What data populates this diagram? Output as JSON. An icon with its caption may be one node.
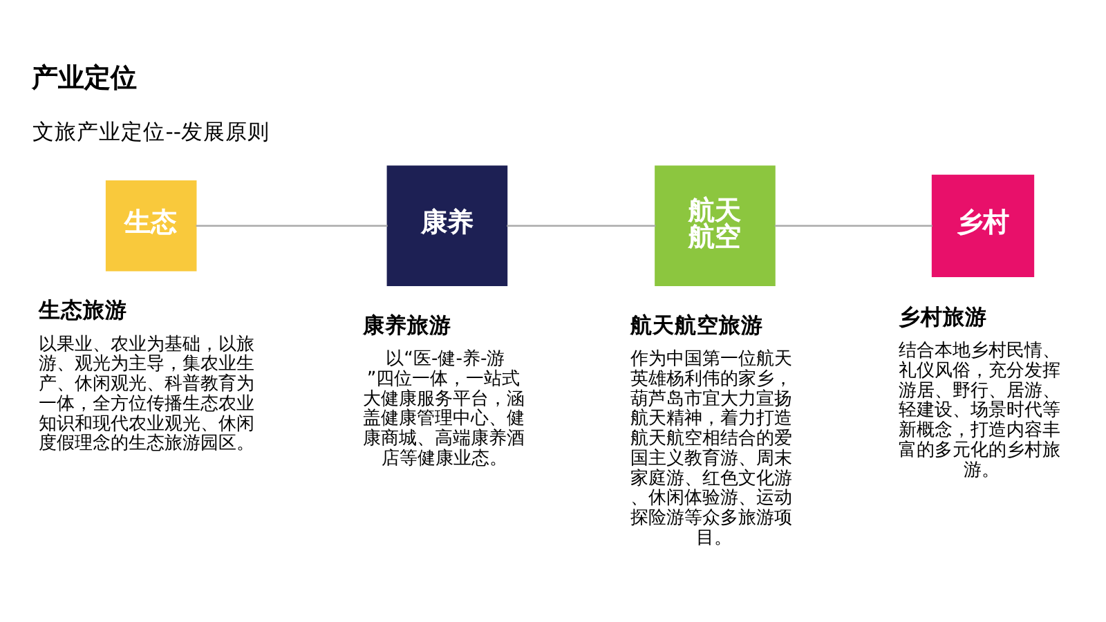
{
  "diagram": {
    "title": "产业定位",
    "nodes": [
      {
        "text": [
          "生态"
        ],
        "beside": [
          "生态旅游",
          "以果业、农业为基础，以旅游、观光为主导，集农业生产、休闲观光、科普教育为一体，全方位传播生态农业知识和现代农业观光、休闲度假理念的生态旅游园区。"
        ]
      },
      {
        "text": [
          "康养"
        ],
        "beside": [
          "康养旅游",
          "以“医-健-养-游”四位一体，一站式大健康服务平台，涵盖健康管理中心、健康商城、高端康养酒店等健康业态。"
        ]
      },
      {
        "text": [
          "航天航空"
        ],
        "beside": [
          "航天航空旅游",
          "作为中国第一位航天英雄杨利伟的家乡，葫芦岛市宜大力宣扬航天精神，着力打造航天航空相结合的爱国主义教育游、周末家庭游、红色文化游、休闲体验游、运动探险游等众多旅游项目。"
        ]
      },
      {
        "text": [
          "乡村"
        ],
        "beside": [
          "乡村旅游",
          "结合本地乡村民情、礼仪风俗，充分发挥游居、野行、居游、轻建设、场景时代等新概念，打造内容丰富的多元化的乡村旅游。"
        ]
      }
    ],
    "edges": [
      {
        "from": 0,
        "to": 1,
        "arrow": "none"
      },
      {
        "from": 1,
        "to": 2,
        "arrow": "none"
      },
      {
        "from": 2,
        "to": 3,
        "arrow": "none"
      }
    ],
    "labels": [
      "文旅产业定位--发展原则"
    ]
  }
}
